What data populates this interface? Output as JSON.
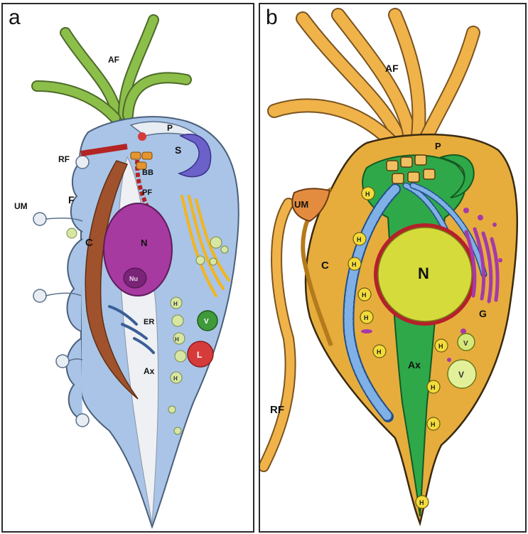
{
  "panel_a": {
    "letter": "a",
    "labels": {
      "AF": "AF",
      "RF": "RF",
      "UM": "UM",
      "F": "F",
      "C": "C",
      "P": "P",
      "S": "S",
      "BB": "BB",
      "PF": "PF",
      "N": "N",
      "Nu": "Nu",
      "ER": "ER",
      "Ax": "Ax",
      "H1": "H",
      "H2": "H",
      "H3": "H",
      "V": "V",
      "L": "L"
    },
    "colors": {
      "body": "#a9c4e6",
      "outline": "#4a5f7a",
      "flagella": "#8cbf4a",
      "nucleus": "#a63aa0",
      "costa": "#a0522d",
      "axostyle": "#eef0f4",
      "golgi": "#f2b51c",
      "lysosome": "#d63b3b",
      "vacuole": "#3f9a3a",
      "red_fiber": "#b42424"
    }
  },
  "panel_b": {
    "letter": "b",
    "labels": {
      "AF": "AF",
      "P": "P",
      "UM": "UM",
      "C": "C",
      "N": "N",
      "G": "G",
      "Ax": "Ax",
      "RF": "RF",
      "V1": "V",
      "V2": "V",
      "H1": "H",
      "H2": "H",
      "H3": "H",
      "H4": "H",
      "H5": "H",
      "H6": "H",
      "H7": "H",
      "H8": "H",
      "H9": "H",
      "H10": "H"
    },
    "colors": {
      "body": "#e6ad3c",
      "outline": "#3a2a10",
      "flagella": "#f0b34a",
      "pelta": "#2fa84a",
      "nucleus": "#d6db3c",
      "costa": "#4e86c8",
      "golgi": "#a53aa8",
      "hydrogenosome": "#f3dc3a"
    }
  }
}
